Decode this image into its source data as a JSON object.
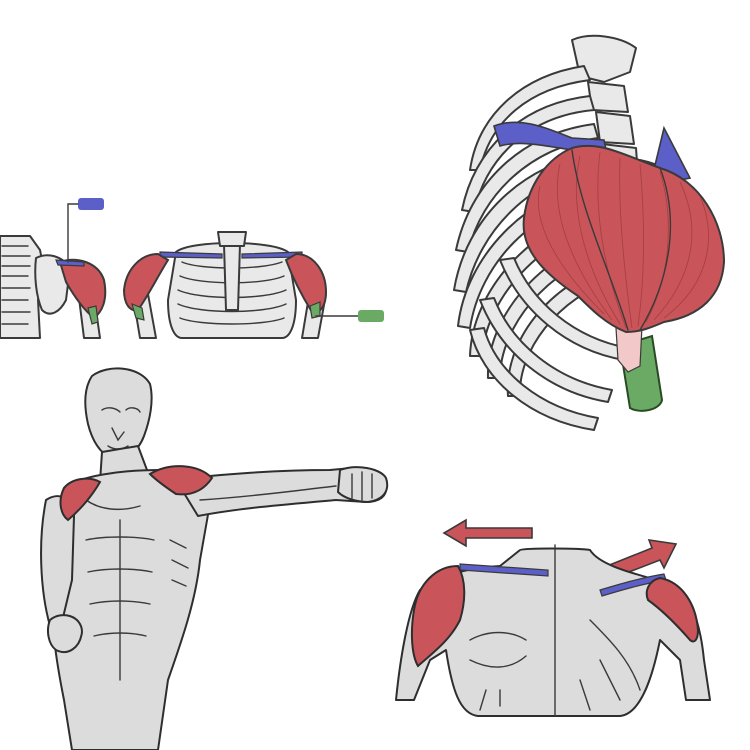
{
  "figure": {
    "panels": [
      "front-and-back-shoulder-skeleton",
      "ribcage-with-deltoid",
      "torso-arm-raised",
      "shoulders-with-arrows"
    ],
    "legend": [
      {
        "name": "blue-tag",
        "label": "",
        "color": "#5b5fc7"
      },
      {
        "name": "green-tag",
        "label": "",
        "color": "#6aaa64"
      }
    ],
    "colors": {
      "muscle": "#c9555a",
      "muscle_dark": "#a8383d",
      "clavicle": "#5b5fc7",
      "humerus": "#6aaa64",
      "arrow": "#c9555a",
      "bone": "#e9e9e9",
      "skin": "#dcdcdc",
      "outline": "#3a3a3a"
    },
    "arrows": [
      {
        "name": "left-arrow",
        "direction": "left"
      },
      {
        "name": "right-arrow",
        "direction": "up-right"
      }
    ]
  }
}
